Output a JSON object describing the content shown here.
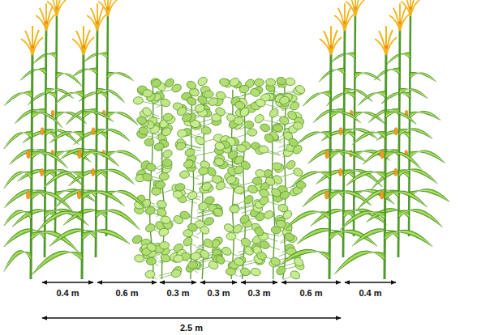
{
  "diagram": {
    "labels": [
      "0.4 m",
      "0.6 m",
      "0.3 m",
      "0.3 m",
      "0.3 m",
      "0.6 m",
      "0.4 m",
      "2.5 m"
    ]
  }
}
